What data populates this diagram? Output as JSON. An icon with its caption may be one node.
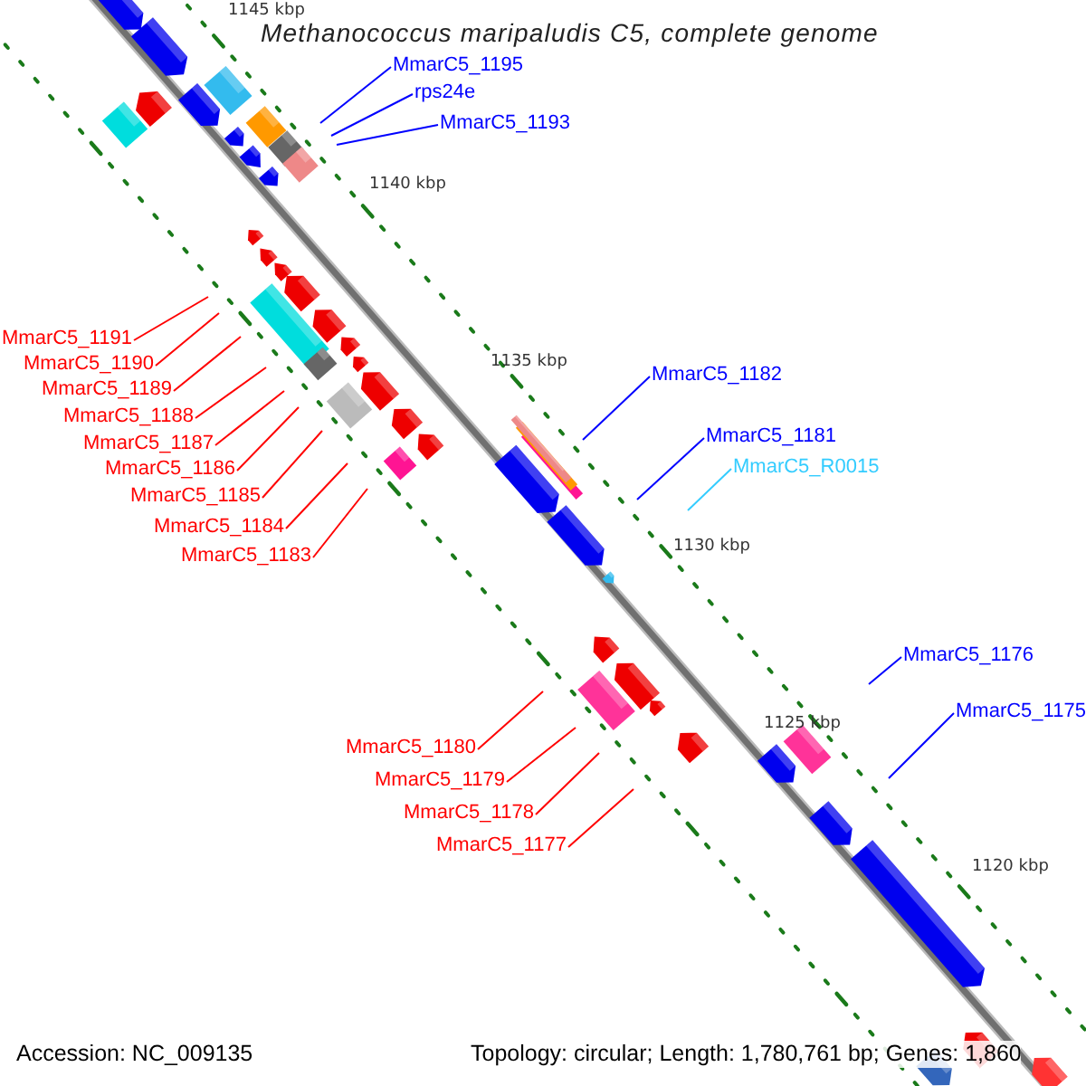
{
  "diagram": {
    "title": "Methanococcus maripaludis C5, complete genome",
    "nodes": [
      {
        "text": [
          "MmarC5_1195"
        ]
      },
      {
        "text": [
          "rps24e"
        ]
      },
      {
        "text": [
          "MmarC5_1193"
        ]
      },
      {
        "text": [
          "MmarC5_1191"
        ]
      },
      {
        "text": [
          "MmarC5_1190"
        ]
      },
      {
        "text": [
          "MmarC5_1182"
        ]
      },
      {
        "text": [
          "MmarC5_1189"
        ]
      },
      {
        "text": [
          "MmarC5_1188"
        ]
      },
      {
        "text": [
          "MmarC5_1181"
        ]
      },
      {
        "text": [
          "MmarC5_1187"
        ]
      },
      {
        "text": [
          "MmarC5_R0015"
        ]
      },
      {
        "text": [
          "MmarC5_1186"
        ]
      },
      {
        "text": [
          "MmarC5_1185"
        ]
      },
      {
        "text": [
          "MmarC5_1184"
        ]
      },
      {
        "text": [
          "MmarC5_1183"
        ]
      },
      {
        "text": [
          "MmarC5_1176"
        ]
      },
      {
        "text": [
          "MmarC5_1175"
        ]
      },
      {
        "text": [
          "MmarC5_1180"
        ]
      },
      {
        "text": [
          "MmarC5_1179"
        ]
      },
      {
        "text": [
          "MmarC5_1178"
        ]
      },
      {
        "text": [
          "MmarC5_1177"
        ]
      }
    ],
    "edges": [
      {
        "from": 0,
        "to": null,
        "arrow": "none",
        "color": "#0000ff"
      },
      {
        "from": 1,
        "to": null,
        "arrow": "none",
        "color": "#0000ff"
      },
      {
        "from": 2,
        "to": null,
        "arrow": "none",
        "color": "#0000ff"
      },
      {
        "from": 3,
        "to": null,
        "arrow": "none"
      },
      {
        "from": 4,
        "to": null,
        "arrow": "none"
      },
      {
        "from": 5,
        "to": null,
        "arrow": "none",
        "color": "#0000ff"
      },
      {
        "from": 6,
        "to": null,
        "arrow": "none"
      },
      {
        "from": 7,
        "to": null,
        "arrow": "none"
      },
      {
        "from": 8,
        "to": null,
        "arrow": "none",
        "color": "#0000ff"
      },
      {
        "from": 9,
        "to": null,
        "arrow": "none"
      },
      {
        "from": 10,
        "to": null,
        "arrow": "none",
        "color": "#33ccff"
      },
      {
        "from": 11,
        "to": null,
        "arrow": "none"
      },
      {
        "from": 12,
        "to": null,
        "arrow": "none"
      },
      {
        "from": 13,
        "to": null,
        "arrow": "none"
      },
      {
        "from": 14,
        "to": null,
        "arrow": "none"
      },
      {
        "from": 15,
        "to": null,
        "arrow": "none",
        "color": "#0000ff"
      },
      {
        "from": 16,
        "to": null,
        "arrow": "none",
        "color": "#0000ff"
      },
      {
        "from": 17,
        "to": null,
        "arrow": "none"
      },
      {
        "from": 18,
        "to": null,
        "arrow": "none"
      },
      {
        "from": 19,
        "to": null,
        "arrow": "none"
      },
      {
        "from": 20,
        "to": null,
        "arrow": "none"
      }
    ],
    "labels": [
      "1145 kbp",
      "1140 kbp",
      "1135 kbp",
      "1130 kbp",
      "1125 kbp",
      "1120 kbp",
      "Accession: NC_009135",
      "Topology: circular; Length: 1,780,761 bp; Genes: 1,860"
    ]
  }
}
